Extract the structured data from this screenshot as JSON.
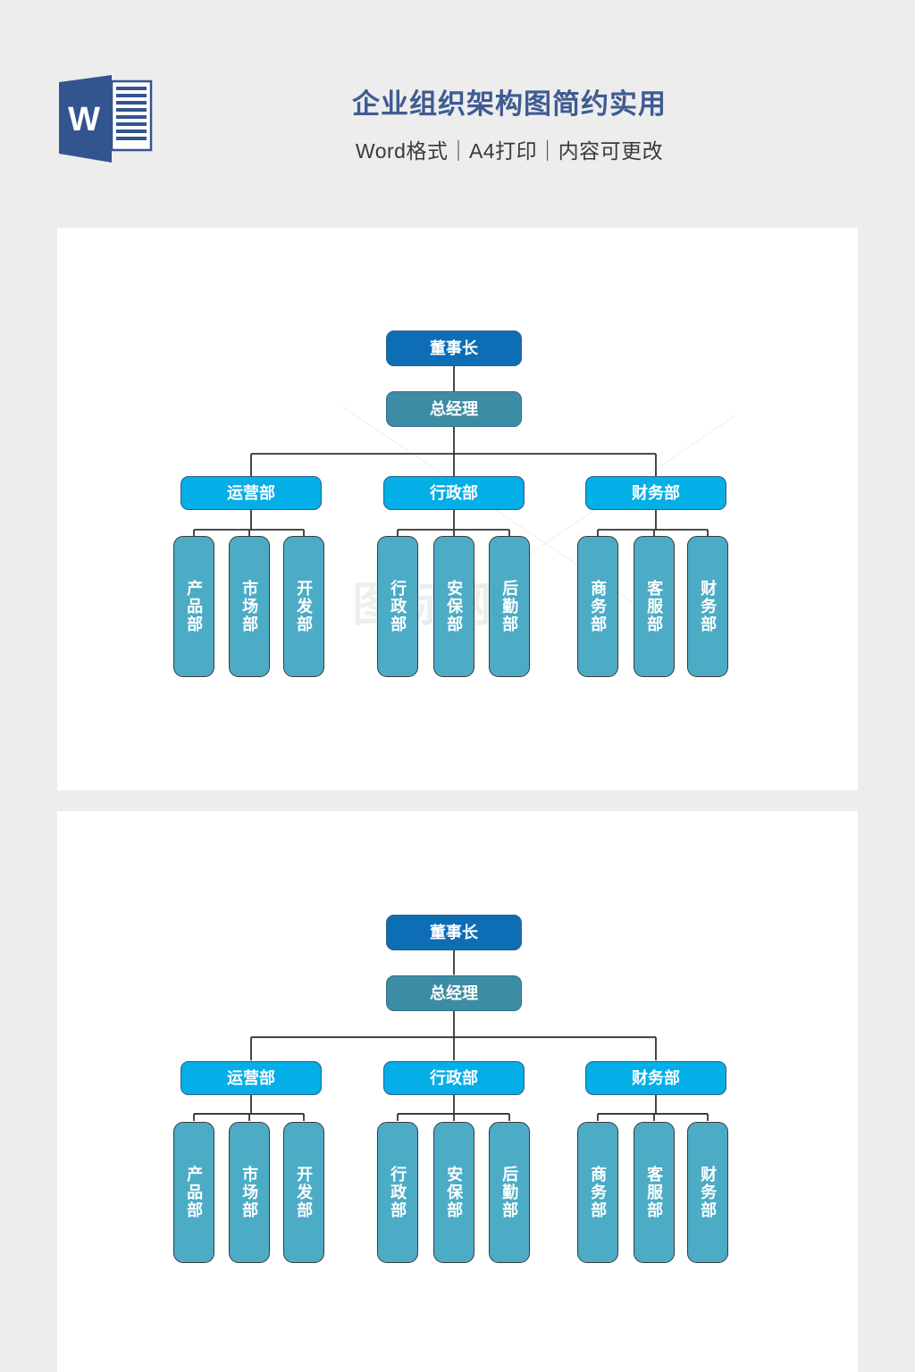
{
  "header": {
    "logo_name": "word-logo",
    "logo_letter": "W",
    "title": "企业组织架构图简约实用",
    "subtitle": "Word格式｜A4打印｜内容可更改"
  },
  "watermark": {
    "text": "图标网"
  },
  "colors": {
    "page_background": "#ededed",
    "sheet_background": "#ffffff",
    "title_text": "#3f5b93",
    "subtitle_text": "#3a3a3a",
    "chairman_fill": "#0d6db5",
    "general_manager_fill": "#3d8ca5",
    "department_fill": "#04aee6",
    "leaf_fill": "#4cacc6",
    "connector_stroke": "#333333",
    "logo_blue": "#33558f"
  },
  "charts": [
    {
      "id": "org-chart-1",
      "root": {
        "label": "董事长",
        "level": "chair"
      },
      "second": {
        "label": "总经理",
        "level": "gm"
      },
      "departments": [
        {
          "label": "运营部",
          "children": [
            {
              "label": "产品部"
            },
            {
              "label": "市场部"
            },
            {
              "label": "开发部"
            }
          ]
        },
        {
          "label": "行政部",
          "children": [
            {
              "label": "行政部"
            },
            {
              "label": "安保部"
            },
            {
              "label": "后勤部"
            }
          ]
        },
        {
          "label": "财务部",
          "children": [
            {
              "label": "商务部"
            },
            {
              "label": "客服部"
            },
            {
              "label": "财务部"
            }
          ]
        }
      ]
    },
    {
      "id": "org-chart-2",
      "root": {
        "label": "董事长",
        "level": "chair"
      },
      "second": {
        "label": "总经理",
        "level": "gm"
      },
      "departments": [
        {
          "label": "运营部",
          "children": [
            {
              "label": "产品部"
            },
            {
              "label": "市场部"
            },
            {
              "label": "开发部"
            }
          ]
        },
        {
          "label": "行政部",
          "children": [
            {
              "label": "行政部"
            },
            {
              "label": "安保部"
            },
            {
              "label": "后勤部"
            }
          ]
        },
        {
          "label": "财务部",
          "children": [
            {
              "label": "商务部"
            },
            {
              "label": "客服部"
            },
            {
              "label": "财务部"
            }
          ]
        }
      ]
    }
  ]
}
